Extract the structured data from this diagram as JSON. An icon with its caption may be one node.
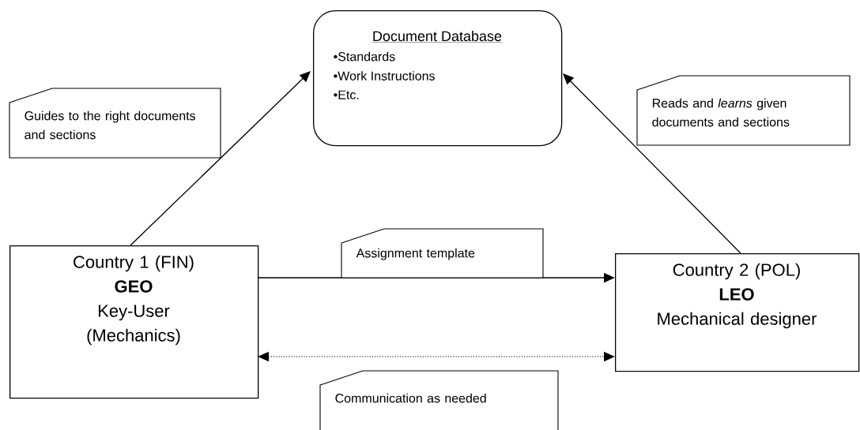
{
  "diagram": {
    "nodes": [
      {
        "text": [
          "Document Database",
          "•Standards",
          "•Work Instructions",
          "•Etc."
        ]
      },
      {
        "text": [
          "Country 1 (FIN)",
          "GEO",
          "Key-User (Mechanics)"
        ]
      },
      {
        "text": [
          "Country 2 (POL)",
          "LEO",
          "Mechanical designer"
        ]
      }
    ],
    "edges": [
      {
        "from": 1,
        "to": 0,
        "arrow": "to",
        "label": "Guides to the right documents and sections"
      },
      {
        "from": 2,
        "to": 0,
        "arrow": "to",
        "label": "Reads and *learns* given documents and sections"
      },
      {
        "from": 1,
        "to": 2,
        "arrow": "to",
        "label": "Assignment template"
      },
      {
        "from": 1,
        "to": 2,
        "arrow": "both",
        "label": "Communication as needed",
        "style": "dashed"
      }
    ]
  }
}
